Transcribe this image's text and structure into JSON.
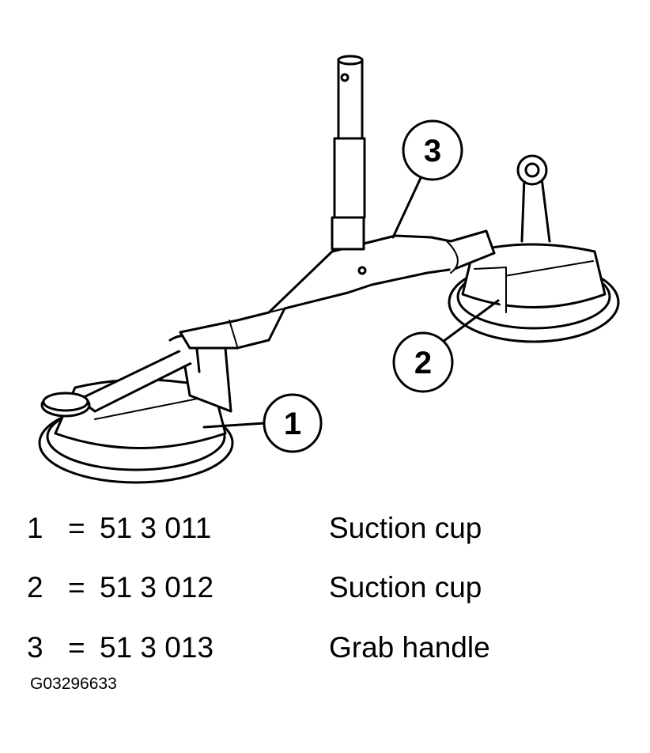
{
  "callouts": [
    {
      "label": "1"
    },
    {
      "label": "2"
    },
    {
      "label": "3"
    }
  ],
  "legend": [
    {
      "num": "1",
      "eq": "=",
      "part": "51 3 011",
      "desc": "Suction cup"
    },
    {
      "num": "2",
      "eq": "=",
      "part": "51 3 012",
      "desc": "Suction cup"
    },
    {
      "num": "3",
      "eq": "=",
      "part": "51 3 013",
      "desc": "Grab handle"
    }
  ],
  "figure_code": "G03296633"
}
